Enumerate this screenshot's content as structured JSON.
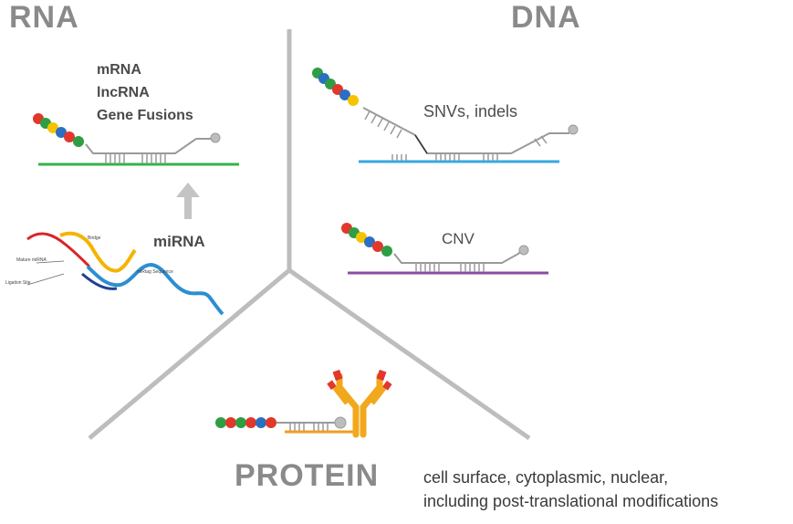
{
  "headings": {
    "rna": "RNA",
    "dna": "DNA",
    "protein": "PROTEIN"
  },
  "rna": {
    "targets": [
      "mRNA",
      "lncRNA",
      "Gene Fusions"
    ],
    "mirna_label": "miRNA",
    "mirna_diagram": {
      "bridge": "Bridge",
      "mature_mirna": "Mature miRNA",
      "ligation_site": "Ligation Site",
      "miritag_sequence": "miRtag Sequence"
    }
  },
  "dna": {
    "snv_label": "SNVs, indels",
    "cnv_label": "CNV"
  },
  "protein": {
    "description": [
      "cell surface, cytoplasmic, nuclear,",
      "including post-translational modifications"
    ]
  },
  "colors": {
    "divider": "#bdbdbd",
    "probe_gray": "#9a9a9a",
    "rna_line": "#35b34a",
    "snv_line": "#36a9e1",
    "cnv_line": "#8e4ba0",
    "protein_line": "#f39c1e",
    "bead_green": "#2e9e44",
    "bead_red": "#e2372b",
    "bead_yellow": "#f5c400",
    "bead_blue": "#2b6fc0",
    "antibody_orange": "#f2a81d",
    "antibody_red": "#e2372b"
  }
}
